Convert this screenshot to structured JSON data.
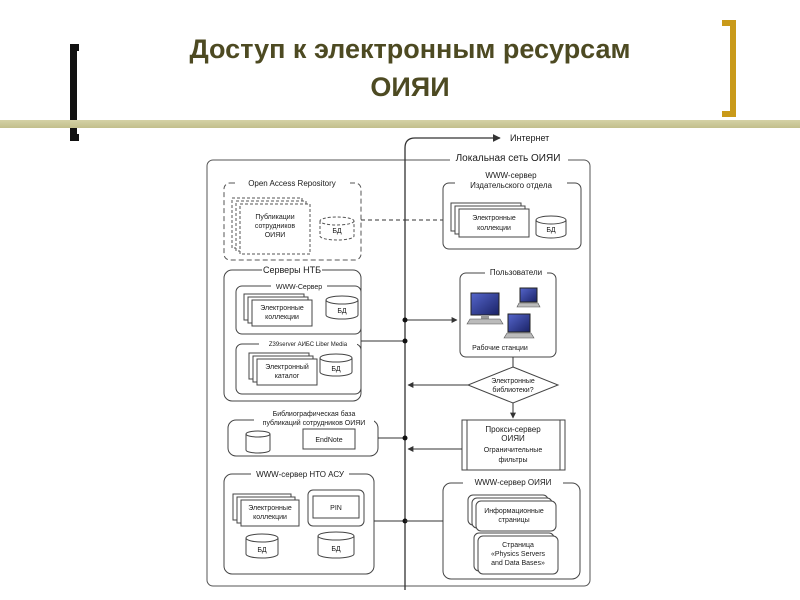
{
  "slide": {
    "title_line1": "Доступ к электронным ресурсам",
    "title_line2": "ОИЯИ"
  },
  "diagram": {
    "internet": "Интернет",
    "lan": "Локальная сеть ОИЯИ",
    "oar": {
      "title": "Open Access Repository",
      "pub_line1": "Публикации",
      "pub_line2": "сотрудников",
      "pub_line3": "ОИЯИ",
      "db": "БД"
    },
    "ntb": {
      "title": "Серверы НТБ",
      "www_title": "WWW-Сервер",
      "coll_line1": "Электронные",
      "coll_line2": "коллекции",
      "db1": "БД",
      "z39_title": "Z39server АИБС Liber Media",
      "cat_line1": "Электронный",
      "cat_line2": "каталог",
      "db2": "БД"
    },
    "biblio": {
      "label_line1": "Библиографическая база",
      "label_line2": "публикаций сотрудников ОИЯИ",
      "endnote": "EndNote"
    },
    "nto": {
      "title": "WWW-сервер НТО АСУ",
      "coll_line1": "Электронные",
      "coll_line2": "коллекции",
      "db1": "БД",
      "pin": "PIN",
      "db2": "БД"
    },
    "publisher": {
      "title_line1": "WWW-сервер",
      "title_line2": "Издательского отдела",
      "coll_line1": "Электронные",
      "coll_line2": "коллекции",
      "db": "БД"
    },
    "users": {
      "title": "Пользователи",
      "workstations": "Рабочие станции"
    },
    "decision": {
      "line1": "Электронные",
      "line2": "библиотеки?"
    },
    "proxy": {
      "line1": "Прокси-сервер",
      "line2": "ОИЯИ",
      "line3": "Ограничительные",
      "line4": "фильтры"
    },
    "jinr_www": {
      "title": "WWW-сервер ОИЯИ",
      "info_line1": "Информационные",
      "info_line2": "страницы",
      "phys_line1": "Страница",
      "phys_line2": "«Physics Servers",
      "phys_line3": "and Data Bases»"
    }
  }
}
